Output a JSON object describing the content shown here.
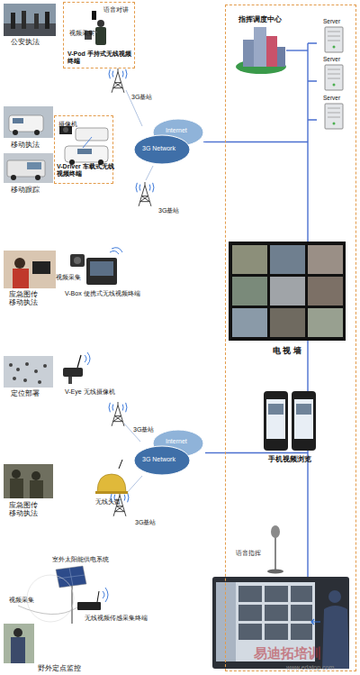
{
  "diagram": {
    "nodes": [
      {
        "text": [
          "语音对讲",
          "视频采集",
          "V-Pod 手持式无线视频终端"
        ]
      },
      {
        "text": [
          "摄像机",
          "V-Driver 车载式无线视频终端"
        ]
      },
      {
        "text": [
          "Internet",
          "3G Network"
        ]
      },
      {
        "text": [
          "Internet",
          "3G Network"
        ]
      },
      {
        "text": [
          "指挥调度中心"
        ]
      },
      {
        "text": [
          "Server"
        ],
        "in": 4
      },
      {
        "text": [
          "Server"
        ],
        "in": 4
      },
      {
        "text": [
          "Server"
        ],
        "in": 4
      },
      {
        "text": [
          "电 视 墙"
        ],
        "in": 4
      },
      {
        "text": [
          "手机视频浏览"
        ],
        "in": 4
      }
    ],
    "edges": [
      {
        "from": 2,
        "to": 4,
        "arrow": "none"
      },
      {
        "from": 3,
        "to": 4,
        "arrow": "none"
      }
    ],
    "labels": [
      "公安执法",
      "3G基站",
      "移动执法",
      "移动跟踪",
      "3G基站",
      "应急图传 移动执法",
      "视频采集",
      "V-Box 便携式无线视频终端",
      "定位部署",
      "V-Eye 无线摄像机",
      "3G基站",
      "应急图传 移动执法",
      "无线头盔",
      "3G基站",
      "室外太阳能供电系统",
      "视频采集",
      "无线视频传感采集终端",
      "野外定点监控",
      "语音指挥",
      "易迪拓培训",
      "www.edatop.com"
    ]
  }
}
